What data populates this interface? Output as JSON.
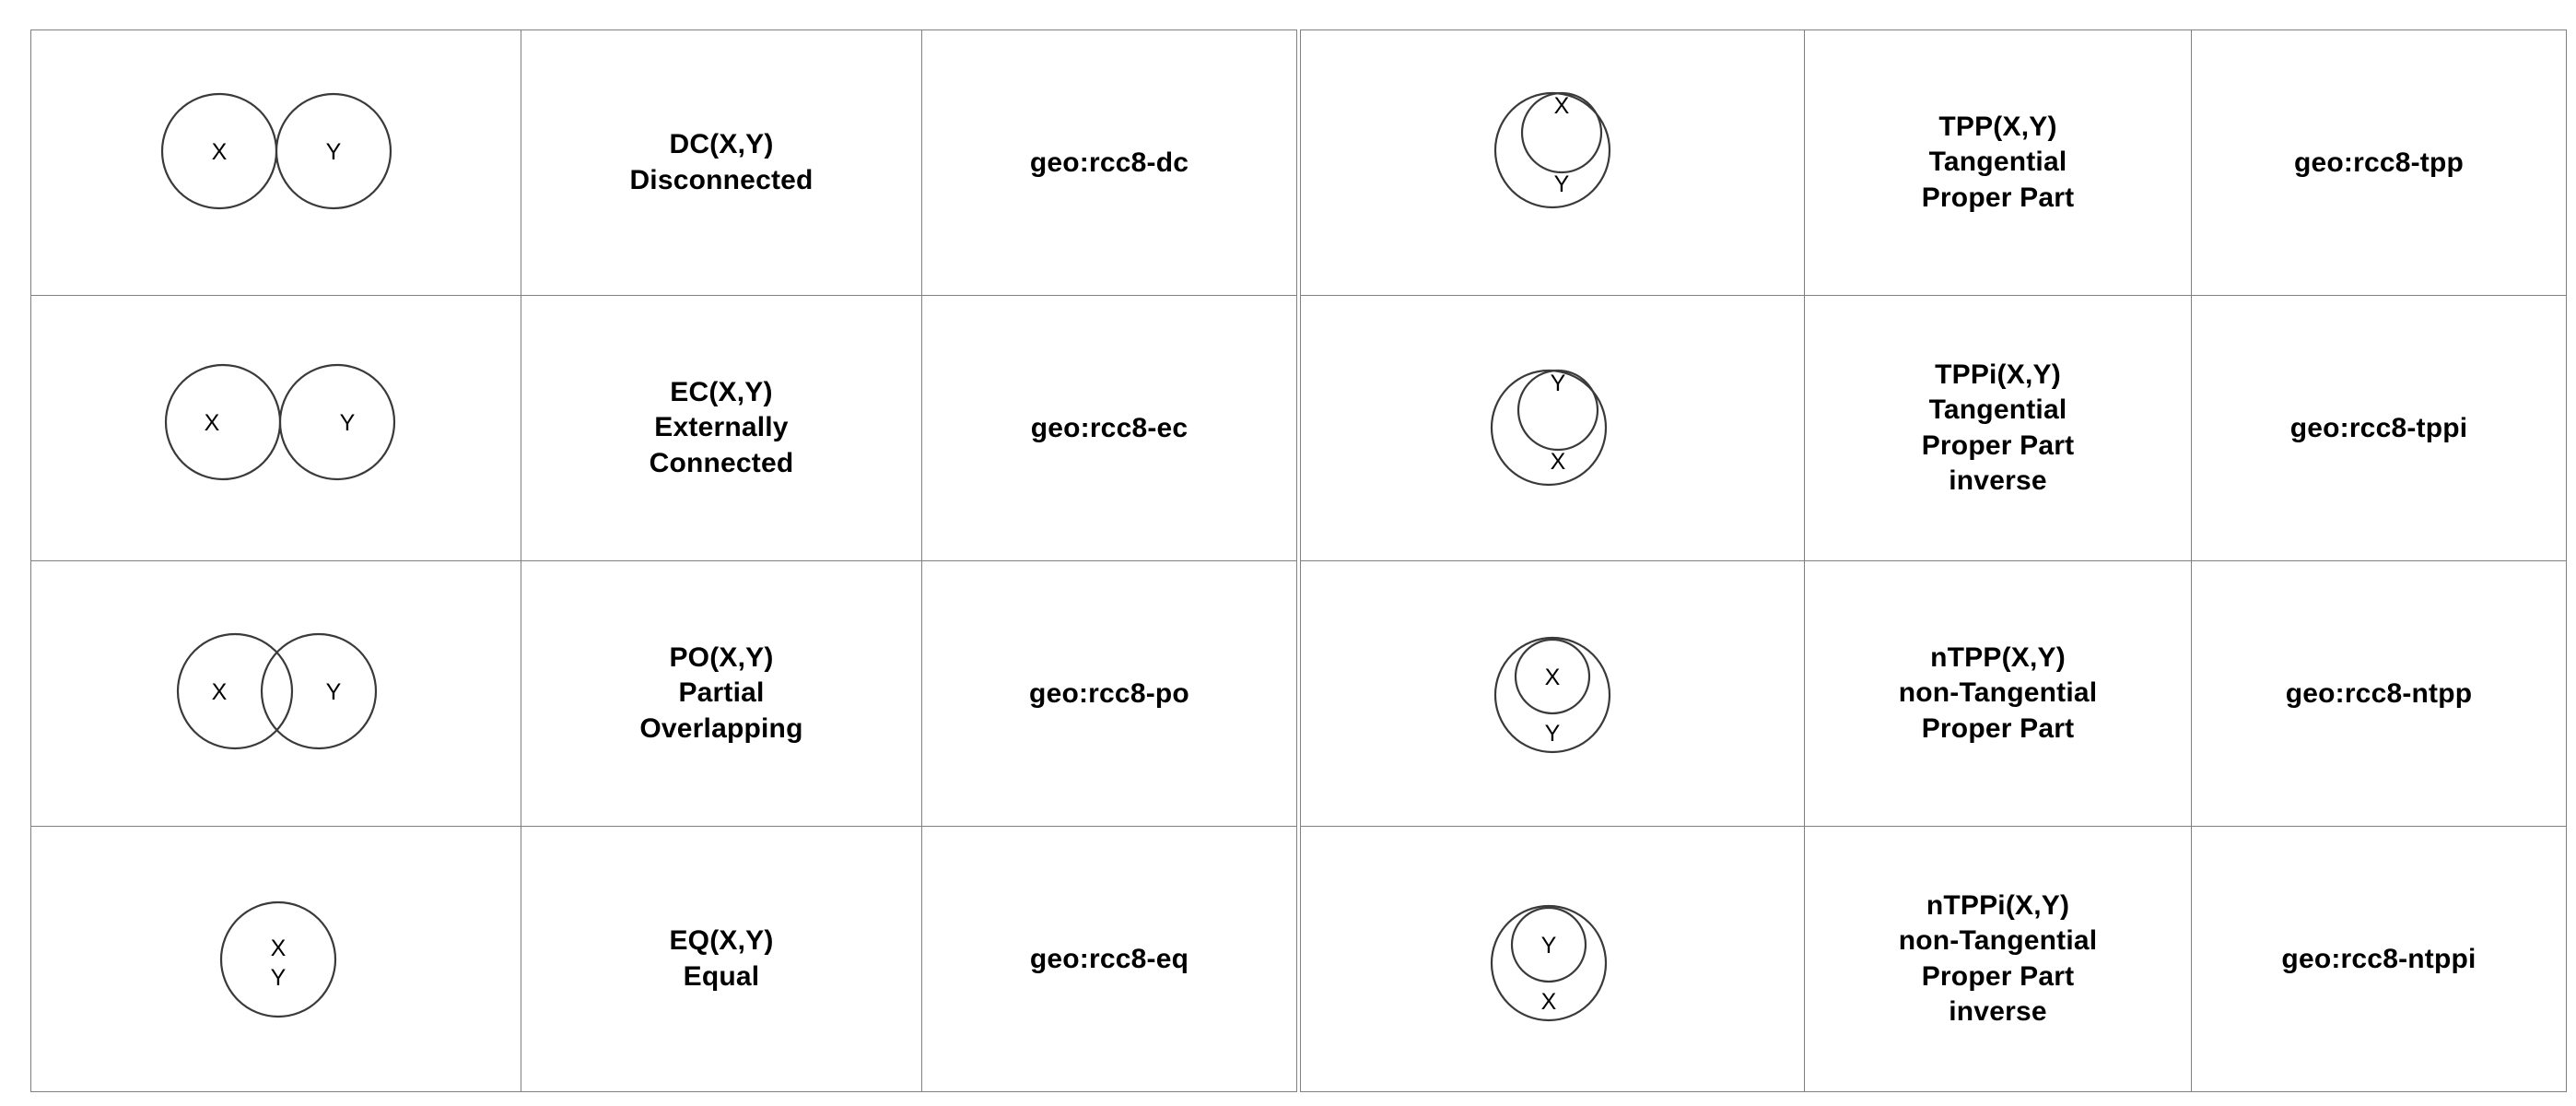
{
  "figure": {
    "type": "diagram",
    "subject": "RCC8 topological relations reference table",
    "stroke_color": "#3a3a3a",
    "border_color": "#808080",
    "text_color": "#000000",
    "background": "#ffffff"
  },
  "tables": [
    {
      "id": "left-table",
      "rows": [
        {
          "id": "dc",
          "diagram": {
            "kind": "two-separate-circles",
            "labels": [
              "X",
              "Y"
            ]
          },
          "relation": "DC(X,Y)\nDisconnected",
          "uri": "geo:rcc8-dc"
        },
        {
          "id": "ec",
          "diagram": {
            "kind": "two-touching-circles",
            "labels": [
              "X",
              "Y"
            ]
          },
          "relation": "EC(X,Y)\nExternally\nConnected",
          "uri": "geo:rcc8-ec"
        },
        {
          "id": "po",
          "diagram": {
            "kind": "two-overlapping-circles",
            "labels": [
              "X",
              "Y"
            ]
          },
          "relation": "PO(X,Y)\nPartial\nOverlapping",
          "uri": "geo:rcc8-po"
        },
        {
          "id": "eq",
          "diagram": {
            "kind": "single-circle-stacked-labels",
            "labels": [
              "X",
              "Y"
            ]
          },
          "relation": "EQ(X,Y)\nEqual",
          "uri": "geo:rcc8-eq"
        }
      ]
    },
    {
      "id": "right-table",
      "rows": [
        {
          "id": "tpp",
          "diagram": {
            "kind": "inner-circle-tangent-top",
            "labels": [
              "X",
              "Y"
            ]
          },
          "relation": "TPP(X,Y)\nTangential\nProper Part",
          "uri": "geo:rcc8-tpp"
        },
        {
          "id": "tppi",
          "diagram": {
            "kind": "inner-circle-tangent-top",
            "labels": [
              "Y",
              "X"
            ]
          },
          "relation": "TPPi(X,Y)\nTangential\nProper Part\ninverse",
          "uri": "geo:rcc8-tppi"
        },
        {
          "id": "ntpp",
          "diagram": {
            "kind": "inner-circle-contained",
            "labels": [
              "X",
              "Y"
            ]
          },
          "relation": "nTPP(X,Y)\nnon-Tangential\nProper Part",
          "uri": "geo:rcc8-ntpp"
        },
        {
          "id": "ntppi",
          "diagram": {
            "kind": "inner-circle-contained",
            "labels": [
              "Y",
              "X"
            ]
          },
          "relation": "nTPPi(X,Y)\nnon-Tangential\nProper Part\ninverse",
          "uri": "geo:rcc8-ntppi"
        }
      ]
    }
  ]
}
